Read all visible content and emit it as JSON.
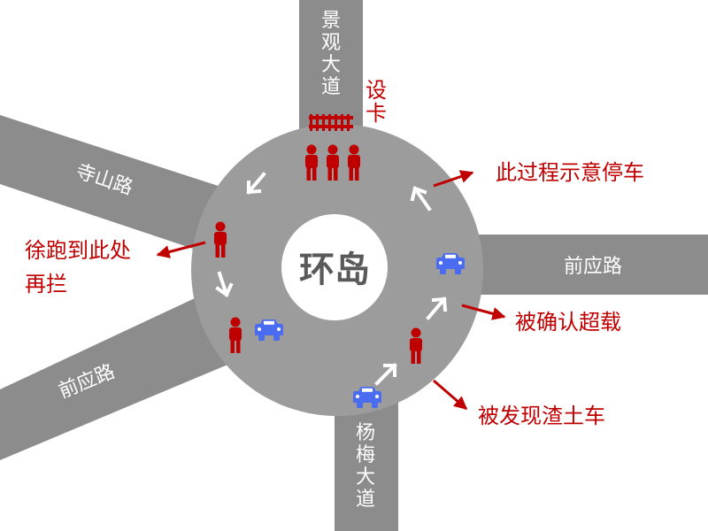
{
  "center_label": "环岛",
  "roads": {
    "north": "景观大道",
    "south": "杨梅大道",
    "northwest": "寺山路",
    "east": "前应路",
    "southwest": "前应路"
  },
  "annotations": {
    "checkpoint": "设卡",
    "illustration_note": "此过程示意停车",
    "ran_here_line1": "徐跑到此处",
    "ran_here_line2": "再拦",
    "confirmed_overload": "被确认超载",
    "truck_found": "被发现渣土车"
  },
  "colors": {
    "road": "#8c8c8c",
    "roundabout": "#9c9c9c",
    "island": "#ffffff",
    "person": "#c00000",
    "car": "#4a6cf0",
    "annotation": "#c00000",
    "arrow": "#ffffff"
  },
  "icons": [
    "person-icon",
    "car-icon",
    "barrier-icon",
    "flow-arrow-icon",
    "pointer-arrow-icon"
  ]
}
